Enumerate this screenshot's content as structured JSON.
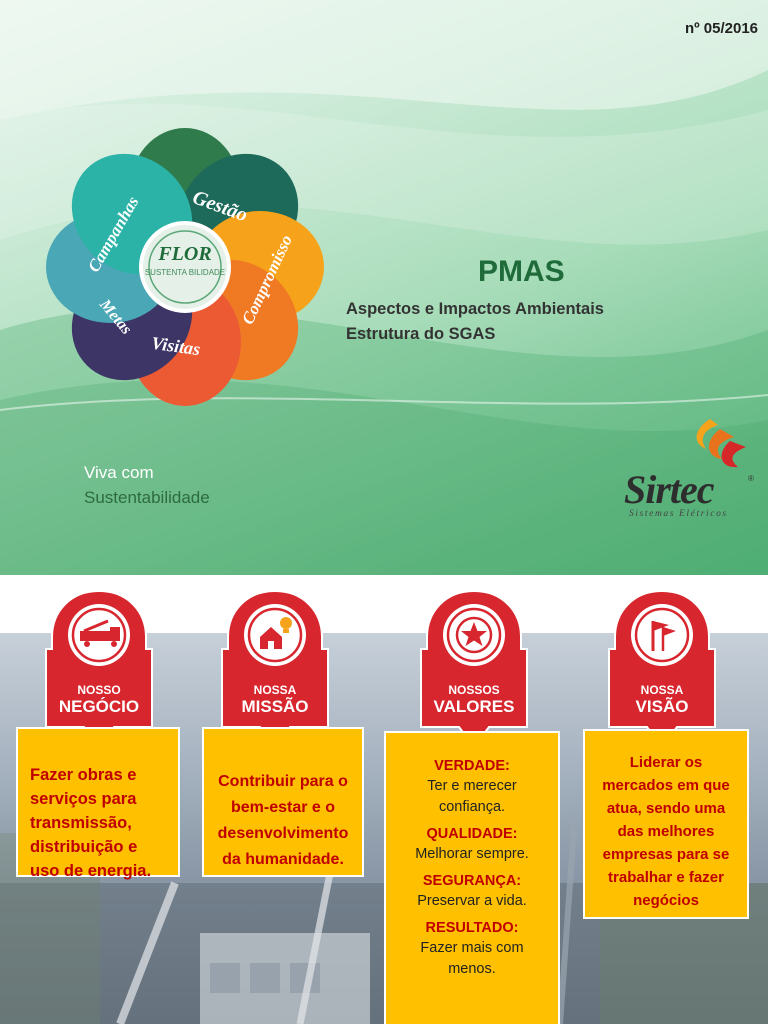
{
  "issue_number": "nº 05/2016",
  "flower": {
    "center_top": "FLOR",
    "center_bottom": "SUSTENTA BILIDADE",
    "petals": [
      "Gestão",
      "Compromisso",
      "Visitas",
      "Metas",
      "Campanhas"
    ]
  },
  "title": "PMAS",
  "subtitle_lines": [
    "Aspectos e Impactos Ambientais",
    "Estrutura do SGAS"
  ],
  "tagline": {
    "line1": "Viva com",
    "line2": "Sustentabilidade"
  },
  "logo": {
    "name": "Sirtec",
    "registered": "®",
    "subtitle": "Sistemas Elétricos"
  },
  "colors": {
    "badge_red": "#d7262e",
    "card_yellow": "#ffc000",
    "card_text_red": "#c00000"
  },
  "sections": {
    "negocio": {
      "small": "NOSSO",
      "big": "NEGÓCIO",
      "icon": "truck-icon",
      "text": "Fazer obras e serviços para transmissão, distribuição e uso de energia."
    },
    "missao": {
      "small": "NOSSA",
      "big": "MISSÃO",
      "icon": "house-lightbulb-icon",
      "text": "Contribuir para o bem-estar e o desenvolvimento da humanidade."
    },
    "valores": {
      "small": "NOSSOS",
      "big": "VALORES",
      "icon": "star-icon",
      "items": [
        {
          "label": "VERDADE:",
          "desc": "Ter e merecer confiança."
        },
        {
          "label": "QUALIDADE:",
          "desc": "Melhorar sempre."
        },
        {
          "label": "SEGURANÇA:",
          "desc": "Preservar a vida."
        },
        {
          "label": "RESULTADO:",
          "desc": "Fazer mais com menos."
        }
      ]
    },
    "visao": {
      "small": "NOSSA",
      "big": "VISÃO",
      "icon": "flags-icon",
      "text": "Liderar os mercados em que atua, sendo uma das melhores empresas para se trabalhar e fazer negócios"
    }
  }
}
